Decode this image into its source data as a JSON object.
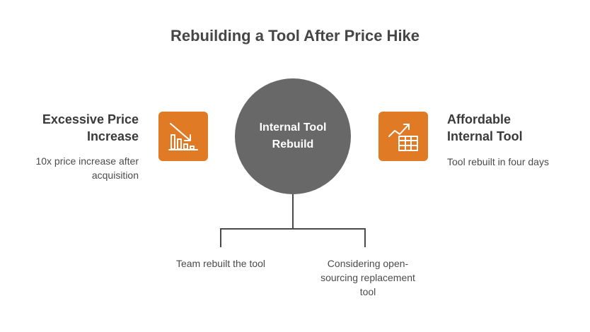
{
  "title": "Rebuilding a Tool After Price Hike",
  "center": {
    "label_line1": "Internal Tool",
    "label_line2": "Rebuild"
  },
  "left": {
    "heading_line1": "Excessive Price",
    "heading_line2": "Increase",
    "desc_line1": "10x price increase after",
    "desc_line2": "acquisition",
    "icon": "declining-bar-chart-icon"
  },
  "right": {
    "heading_line1": "Affordable",
    "heading_line2": "Internal Tool",
    "desc": "Tool rebuilt in four days",
    "icon": "growth-spreadsheet-icon"
  },
  "branches": {
    "left_text": "Team rebuilt the tool",
    "right_line1": "Considering open-",
    "right_line2": "sourcing replacement",
    "right_line3": "tool"
  },
  "colors": {
    "accent": "#e07a24",
    "circle": "#686868",
    "line": "#4a4a4a"
  }
}
